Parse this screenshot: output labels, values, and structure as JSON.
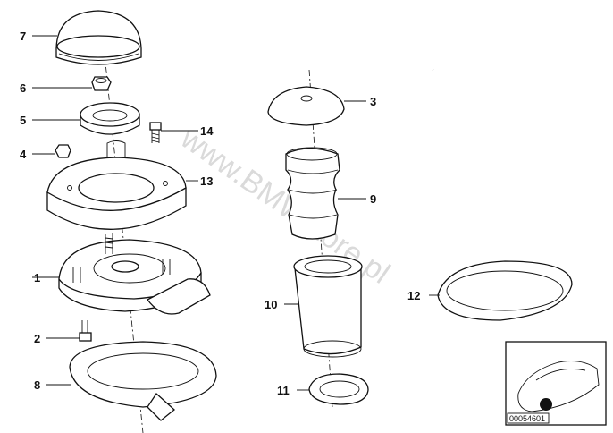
{
  "parts": [
    {
      "id": "part-1",
      "number": "1"
    },
    {
      "id": "part-2",
      "number": "2"
    },
    {
      "id": "part-3",
      "number": "3"
    },
    {
      "id": "part-4",
      "number": "4"
    },
    {
      "id": "part-5",
      "number": "5"
    },
    {
      "id": "part-6",
      "number": "6"
    },
    {
      "id": "part-7",
      "number": "7"
    },
    {
      "id": "part-8",
      "number": "8"
    },
    {
      "id": "part-9",
      "number": "9"
    },
    {
      "id": "part-10",
      "number": "10"
    },
    {
      "id": "part-11",
      "number": "11"
    },
    {
      "id": "part-12",
      "number": "12"
    },
    {
      "id": "part-13",
      "number": "13"
    },
    {
      "id": "part-14",
      "number": "14"
    }
  ],
  "watermark": "www.BMWstore.pl",
  "reference_code": "00054601"
}
